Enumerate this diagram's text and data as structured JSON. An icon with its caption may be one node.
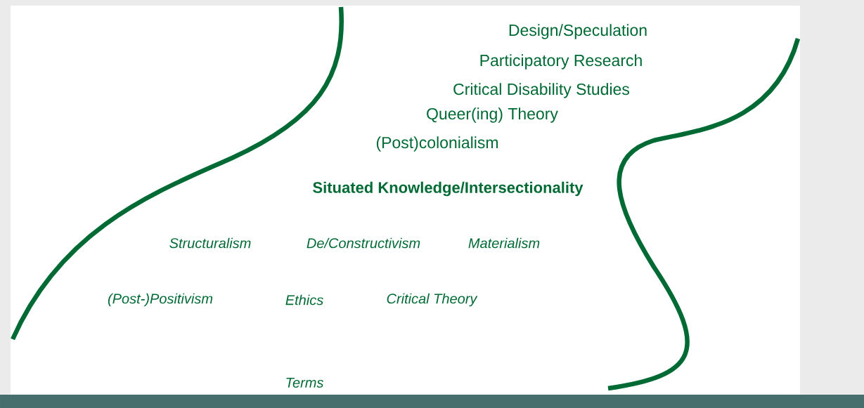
{
  "diagram": {
    "labels": [
      "Design/Speculation",
      "Participatory Research",
      "Critical Disability Studies",
      "Queer(ing) Theory",
      "(Post)colonialism",
      "Situated Knowledge/Intersectionality",
      "Structuralism",
      "De/Constructivism",
      "Materialism",
      "(Post-)Positivism",
      "Ethics",
      "Critical Theory",
      "Terms"
    ]
  }
}
